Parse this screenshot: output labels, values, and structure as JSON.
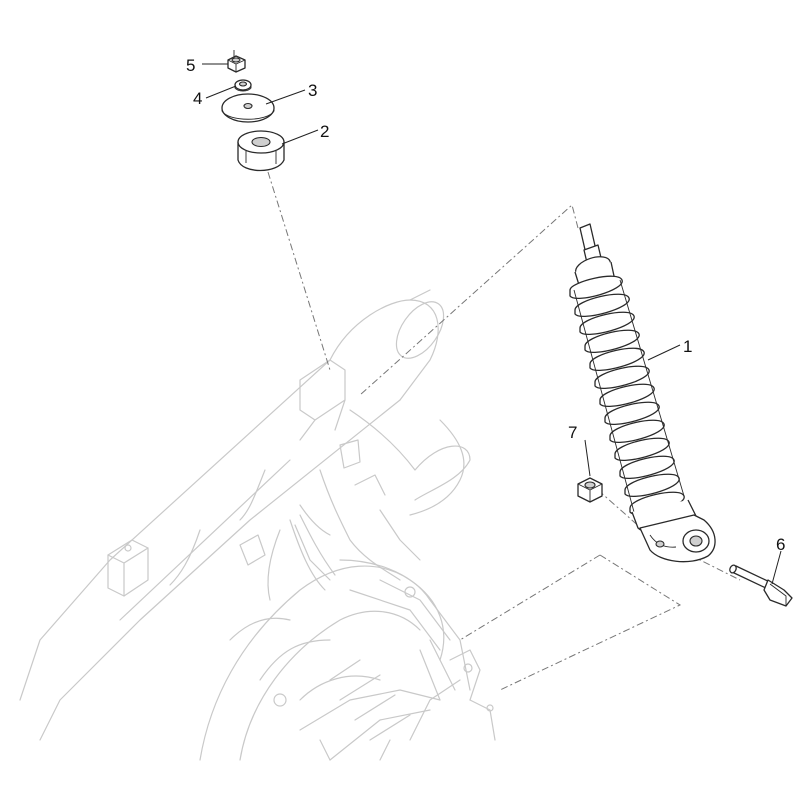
{
  "callouts": {
    "shock_absorber": "1",
    "rubber_bush": "2",
    "washer": "3",
    "spacer": "4",
    "top_nut": "5",
    "bolt": "6",
    "lower_nut": "7"
  }
}
